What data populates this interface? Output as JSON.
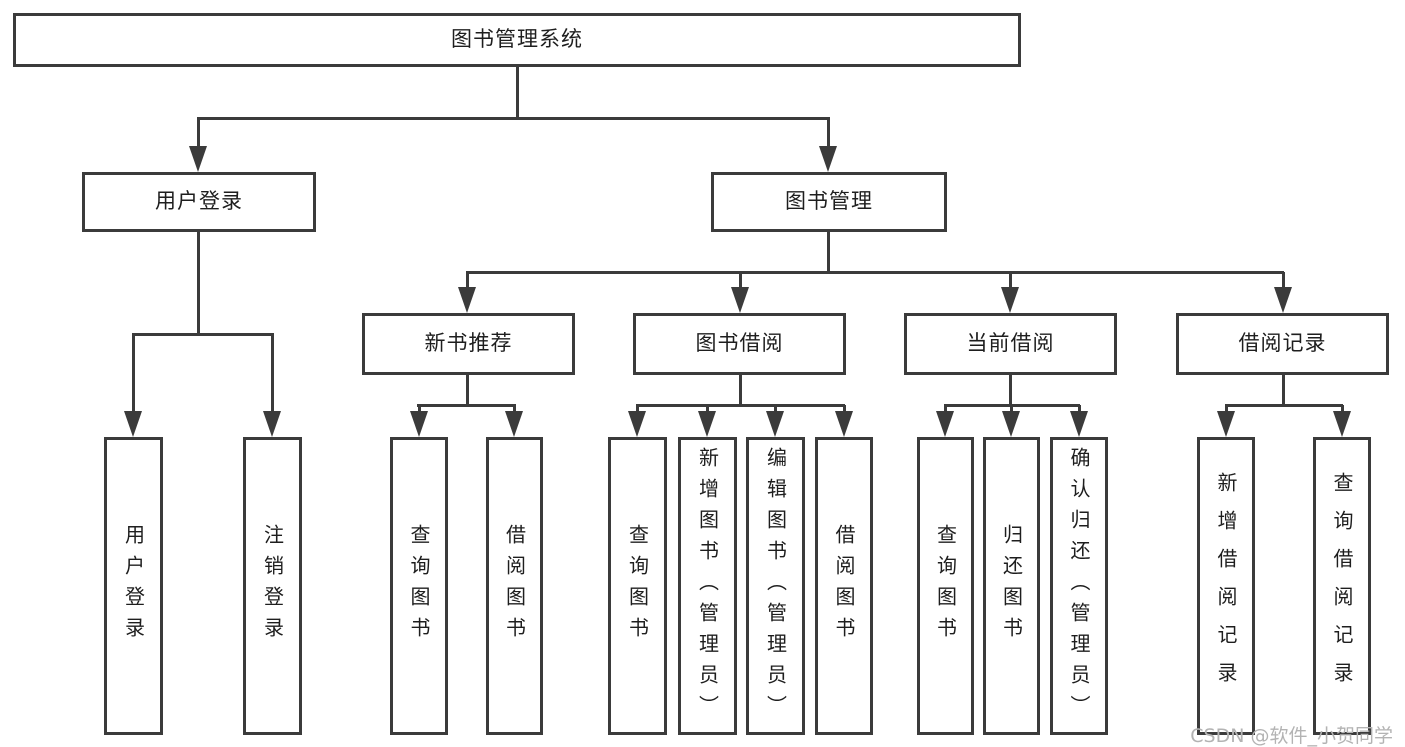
{
  "diagram": {
    "type": "hierarchy-tree",
    "nodes": {
      "root": "图书管理系统",
      "user_login": "用户登录",
      "book_management": "图书管理",
      "new_book_recommend": "新书推荐",
      "book_borrow": "图书借阅",
      "current_borrow": "当前借阅",
      "borrow_records": "借阅记录",
      "leaf_user_login": "用户登录",
      "leaf_logout": "注销登录",
      "leaf_query_books_nb": "查询图书",
      "leaf_borrow_books_nb": "借阅图书",
      "leaf_query_books_bb": "查询图书",
      "leaf_add_book_admin": "新增图书（管理员）",
      "leaf_edit_book_admin": "编辑图书（管理员）",
      "leaf_borrow_books_bb": "借阅图书",
      "leaf_query_books_cb": "查询图书",
      "leaf_return_books": "归还图书",
      "leaf_confirm_return_admin": "确认归还（管理员）",
      "leaf_add_borrow_record": "新增借阅记录",
      "leaf_query_borrow_record": "查询借阅记录"
    },
    "edges": [
      "root->user_login",
      "root->book_management",
      "user_login->leaf_user_login",
      "user_login->leaf_logout",
      "book_management->new_book_recommend",
      "book_management->book_borrow",
      "book_management->current_borrow",
      "book_management->borrow_records",
      "new_book_recommend->leaf_query_books_nb",
      "new_book_recommend->leaf_borrow_books_nb",
      "book_borrow->leaf_query_books_bb",
      "book_borrow->leaf_add_book_admin",
      "book_borrow->leaf_edit_book_admin",
      "book_borrow->leaf_borrow_books_bb",
      "current_borrow->leaf_query_books_cb",
      "current_borrow->leaf_return_books",
      "current_borrow->leaf_confirm_return_admin",
      "borrow_records->leaf_add_borrow_record",
      "borrow_records->leaf_query_borrow_record"
    ],
    "colors": {
      "line": "#3b3b3b",
      "text": "#1e1e1e",
      "background": "#ffffff",
      "watermark": "#b3b3b3"
    }
  },
  "watermark": "CSDN @软件_小贺同学"
}
